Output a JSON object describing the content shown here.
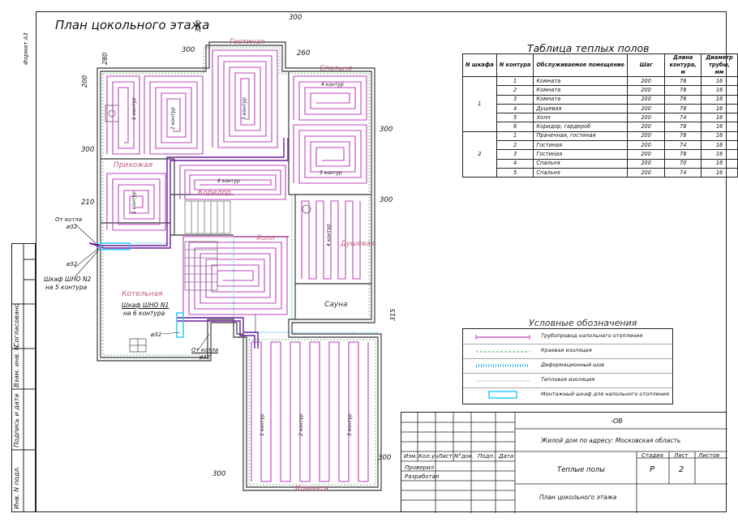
{
  "sheet": {
    "format_label": "Формат А3",
    "title": "План цокольного этажа"
  },
  "side_stamp": [
    "Согласовано",
    "Взам. инв. N",
    "Подпись и дата",
    "Инв. N подл."
  ],
  "rooms": {
    "gostinaya": "Гостиная",
    "spalnya": "Спальня",
    "prihozhaya": "Прихожая",
    "koridor": "Коридор",
    "holl": "Холл",
    "dushevaya": "Душевая",
    "kotelnaya": "Котельная",
    "sauna": "Сауна",
    "komnata": "Комната"
  },
  "dimensions": {
    "d300_top": "300",
    "d300_a": "300",
    "d280": "280",
    "d260": "260",
    "d200": "200",
    "d300_b": "300",
    "d300_r1": "300",
    "d210": "210",
    "d300_r2": "300",
    "d315": "315",
    "d300_bottom_left": "300",
    "d300_bottom_right": "300"
  },
  "contours": {
    "c1a": "1 контур",
    "c2a": "2 контур",
    "c3a": "3 контур",
    "c4a": "4 контур",
    "c5a": "5 контур",
    "c6a": "6 контур",
    "c1b": "1 контур",
    "c2b": "2 контур",
    "c3b": "3 контур",
    "c4b": "4 контур"
  },
  "annotations": {
    "ot_kotla_1": "От котла",
    "ot_kotla_1_d": "ø32",
    "d32_a": "ø32",
    "shkaf2": "Шкаф ШНО N2",
    "shkaf2_sub": "на 5 контура",
    "shkaf1": "Шкаф ШНО N1",
    "shkaf1_sub": "на 6 контура",
    "d32_b": "ø32",
    "ot_kotla_2": "От котла",
    "ot_kotla_2_d": "ø32"
  },
  "table": {
    "title": "Таблица теплых полов",
    "headers": [
      "N шкафа",
      "N контура",
      "Обслуживаемое помещение",
      "Шаг",
      "Длина контура, м",
      "Диаметр трубы, мм"
    ],
    "groups": [
      {
        "cabinet": "1",
        "rows": [
          [
            "1",
            "Комната",
            "200",
            "78",
            "16"
          ],
          [
            "2",
            "Комната",
            "200",
            "78",
            "16"
          ],
          [
            "3",
            "Комната",
            "200",
            "76",
            "16"
          ],
          [
            "4",
            "Душевая",
            "200",
            "78",
            "16"
          ],
          [
            "5",
            "Холл",
            "200",
            "74",
            "16"
          ],
          [
            "6",
            "Коридор, гардероб",
            "200",
            "78",
            "16"
          ]
        ]
      },
      {
        "cabinet": "2",
        "rows": [
          [
            "1",
            "Прачечная, гостиная",
            "200",
            "78",
            "16"
          ],
          [
            "2",
            "Гостиная",
            "200",
            "74",
            "16"
          ],
          [
            "3",
            "Гостиная",
            "200",
            "78",
            "16"
          ],
          [
            "4",
            "Спальня",
            "200",
            "70",
            "16"
          ],
          [
            "5",
            "Спальня",
            "200",
            "74",
            "16"
          ]
        ]
      }
    ]
  },
  "legend": {
    "title": "Условные обозначения",
    "items": [
      "Трубопровод напольного отопления",
      "Краевая изоляция",
      "Деформационный шов",
      "Тепловая изоляция",
      "Монтажный шкаф для напольного отопления"
    ]
  },
  "stamp": {
    "code": "-ОВ",
    "object": "Жилой дом по адресу: Московская область",
    "cols": [
      "Изм.",
      "Кол.уч",
      "Лист",
      "N°док.",
      "Подп.",
      "Дата"
    ],
    "roles": [
      "Проверил",
      "Разработал"
    ],
    "sheet_name": "Теплые полы",
    "stage_h": "Стадия",
    "sheet_h": "Лист",
    "sheets_h": "Листов",
    "stage": "Р",
    "sheet": "2",
    "drawing": "План цокольного этажа"
  },
  "colors": {
    "pipe": "#c040c0",
    "edge_insulation": "#4caf50",
    "expansion_joint": "#33b5e5",
    "wall": "#555555",
    "cabinet": "#1ec8ff"
  }
}
